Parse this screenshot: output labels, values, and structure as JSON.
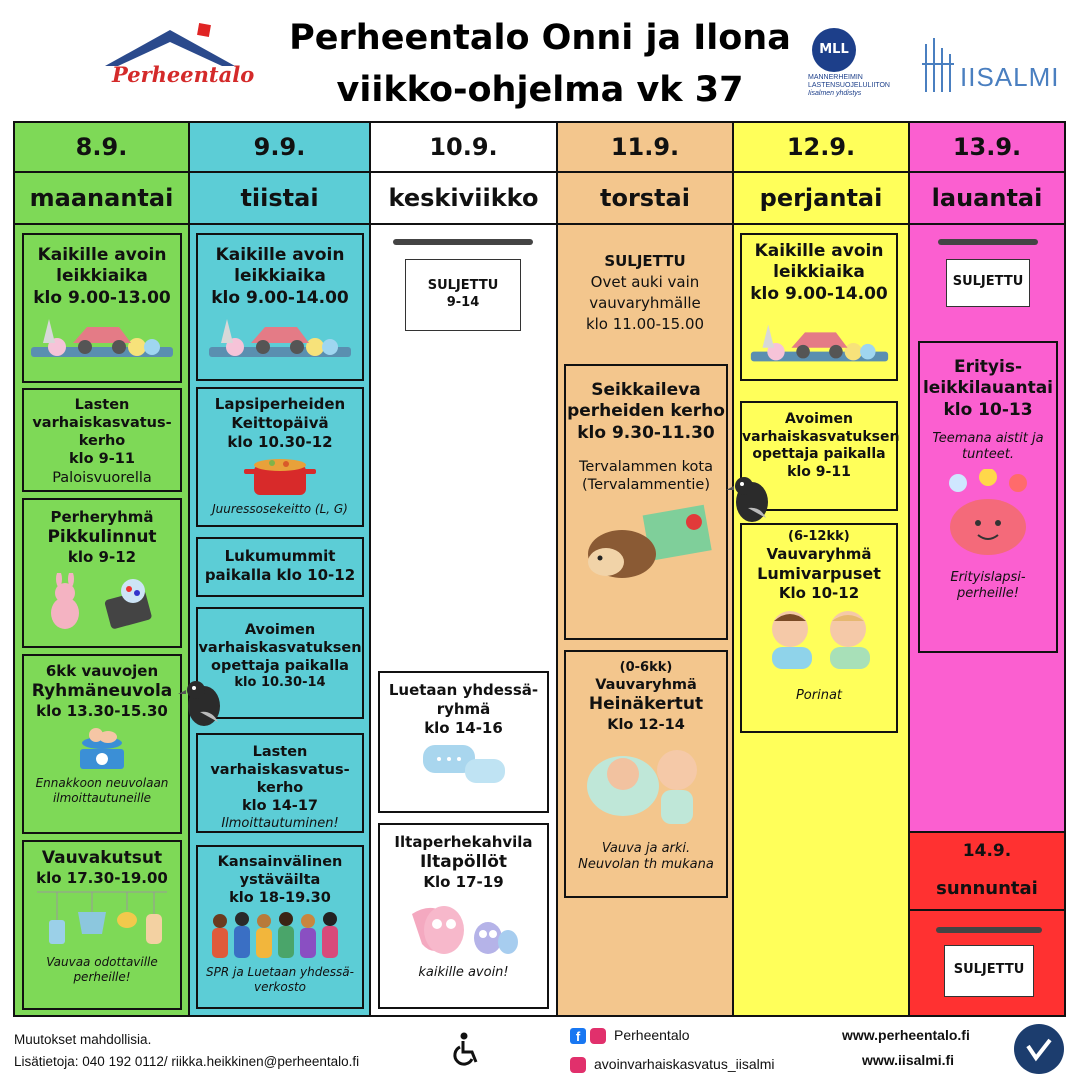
{
  "header": {
    "title_line1": "Perheentalo Onni ja Ilona",
    "title_line2": "viikko-ohjelma vk 37",
    "logo_text": "Perheentalo",
    "mll_short": "MLL",
    "mll_line1": "MANNERHEIMIN",
    "mll_line2": "LASTENSUOJELULIITON",
    "mll_line3": "Iisalmen yhdistys",
    "iisalmi_text": "IISALMI"
  },
  "days": {
    "mon": {
      "date": "8.9.",
      "name": "maanantai"
    },
    "tue": {
      "date": "9.9.",
      "name": "tiistai"
    },
    "wed": {
      "date": "10.9.",
      "name": "keskiviikko"
    },
    "thu": {
      "date": "11.9.",
      "name": "torstai"
    },
    "fri": {
      "date": "12.9.",
      "name": "perjantai"
    },
    "sat": {
      "date": "13.9.",
      "name": "lauantai"
    },
    "sun": {
      "date": "14.9.",
      "name": "sunnuntai"
    }
  },
  "mon": {
    "e1_l1": "Kaikille avoin",
    "e1_l2": "leikkiaika",
    "e1_l3": "klo 9.00-13.00",
    "e2_l1": "Lasten",
    "e2_l2": "varhaiskasvatus-",
    "e2_l3": "kerho",
    "e2_l4": "klo 9-11",
    "e2_l5": "Paloisvuorella",
    "e3_l1": "Perheryhmä",
    "e3_l2": "Pikkulinnut",
    "e3_l3": "klo 9-12",
    "e4_l1": "6kk vauvojen",
    "e4_l2": "Ryhmäneuvola",
    "e4_l3": "klo 13.30-15.30",
    "e4_l4": "Ennakkoon neuvolaan",
    "e4_l5": "ilmoittautuneille",
    "e5_l1": "Vauvakutsut",
    "e5_l2": "klo 17.30-19.00",
    "e5_l3": "Vauvaa odottaville",
    "e5_l4": "perheille!"
  },
  "tue": {
    "e1_l1": "Kaikille avoin",
    "e1_l2": "leikkiaika",
    "e1_l3": "klo 9.00-14.00",
    "e2_l1": "Lapsiperheiden",
    "e2_l2": "Keittopäivä",
    "e2_l3": "klo 10.30-12",
    "e2_l4": "Juuressosekeitto (L, G)",
    "e3_l1": "Lukumummit",
    "e3_l2": "paikalla klo 10-12",
    "e4_l1": "Avoimen",
    "e4_l2": "varhaiskasvatuksen",
    "e4_l3": "opettaja paikalla",
    "e4_l4": "klo 10.30-14",
    "e5_l1": "Lasten",
    "e5_l2": "varhaiskasvatus-",
    "e5_l3": "kerho",
    "e5_l4": "klo 14-17",
    "e5_l5": "Ilmoittautuminen!",
    "e6_l1": "Kansainvälinen",
    "e6_l2": "ystäväilta",
    "e6_l3": "klo 18-19.30",
    "e6_l4": "SPR ja Luetaan yhdessä-",
    "e6_l5": "verkosto"
  },
  "wed": {
    "sign_l1": "SULJETTU",
    "sign_l2": "9-14",
    "e1_l1": "Luetaan yhdessä-",
    "e1_l2": "ryhmä",
    "e1_l3": "klo 14-16",
    "e2_l1": "Iltaperhekahvila",
    "e2_l2": "Iltapöllöt",
    "e2_l3": "Klo 17-19",
    "e2_l4": "kaikille avoin!"
  },
  "thu": {
    "t1": "SULJETTU",
    "t2": "Ovet auki vain",
    "t3": "vauvaryhmälle",
    "t4": "klo 11.00-15.00",
    "e1_l1": "Seikkaileva",
    "e1_l2": "perheiden kerho",
    "e1_l3": "klo 9.30-11.30",
    "e1_l4": "Tervalammen kota",
    "e1_l5": "(Tervalammentie)",
    "e2_l1": "(0-6kk)",
    "e2_l2": "Vauvaryhmä",
    "e2_l3": "Heinäkertut",
    "e2_l4": "Klo 12-14",
    "e2_l5": "Vauva ja arki.",
    "e2_l6": "Neuvolan th mukana"
  },
  "fri": {
    "e1_l1": "Kaikille avoin",
    "e1_l2": "leikkiaika",
    "e1_l3": "klo 9.00-14.00",
    "e2_l1": "Avoimen",
    "e2_l2": "varhaiskasvatuksen",
    "e2_l3": "opettaja paikalla",
    "e2_l4": "klo 9-11",
    "e3_l1": "(6-12kk)",
    "e3_l2": "Vauvaryhmä",
    "e3_l3": "Lumivarpuset",
    "e3_l4": "Klo 10-12",
    "e3_l5": "Porinat"
  },
  "sat": {
    "sign": "SULJETTU",
    "e1_l1": "Erityis-",
    "e1_l2": "leikkilauantai",
    "e1_l3": "klo 10-13",
    "e1_l4": "Teemana aistit ja",
    "e1_l5": "tunteet.",
    "e1_l6": "Erityislapsi-",
    "e1_l7": "perheille!"
  },
  "sun": {
    "sign": "SULJETTU"
  },
  "footer": {
    "changes": "Muutokset mahdollisia.",
    "contact": "Lisätietoja: 040 192 0112/ riikka.heikkinen@perheentalo.fi",
    "social1": "Perheentalo",
    "social2": "avoinvarhaiskasvatus_iisalmi",
    "web1": "www.perheentalo.fi",
    "web2": "www.iisalmi.fi"
  },
  "colors": {
    "green": "#7ed957",
    "teal": "#5ccdd6",
    "white": "#ffffff",
    "peach": "#f3c68d",
    "yellow": "#ffff5a",
    "pink": "#fb5fd0",
    "red": "#ff3131"
  }
}
